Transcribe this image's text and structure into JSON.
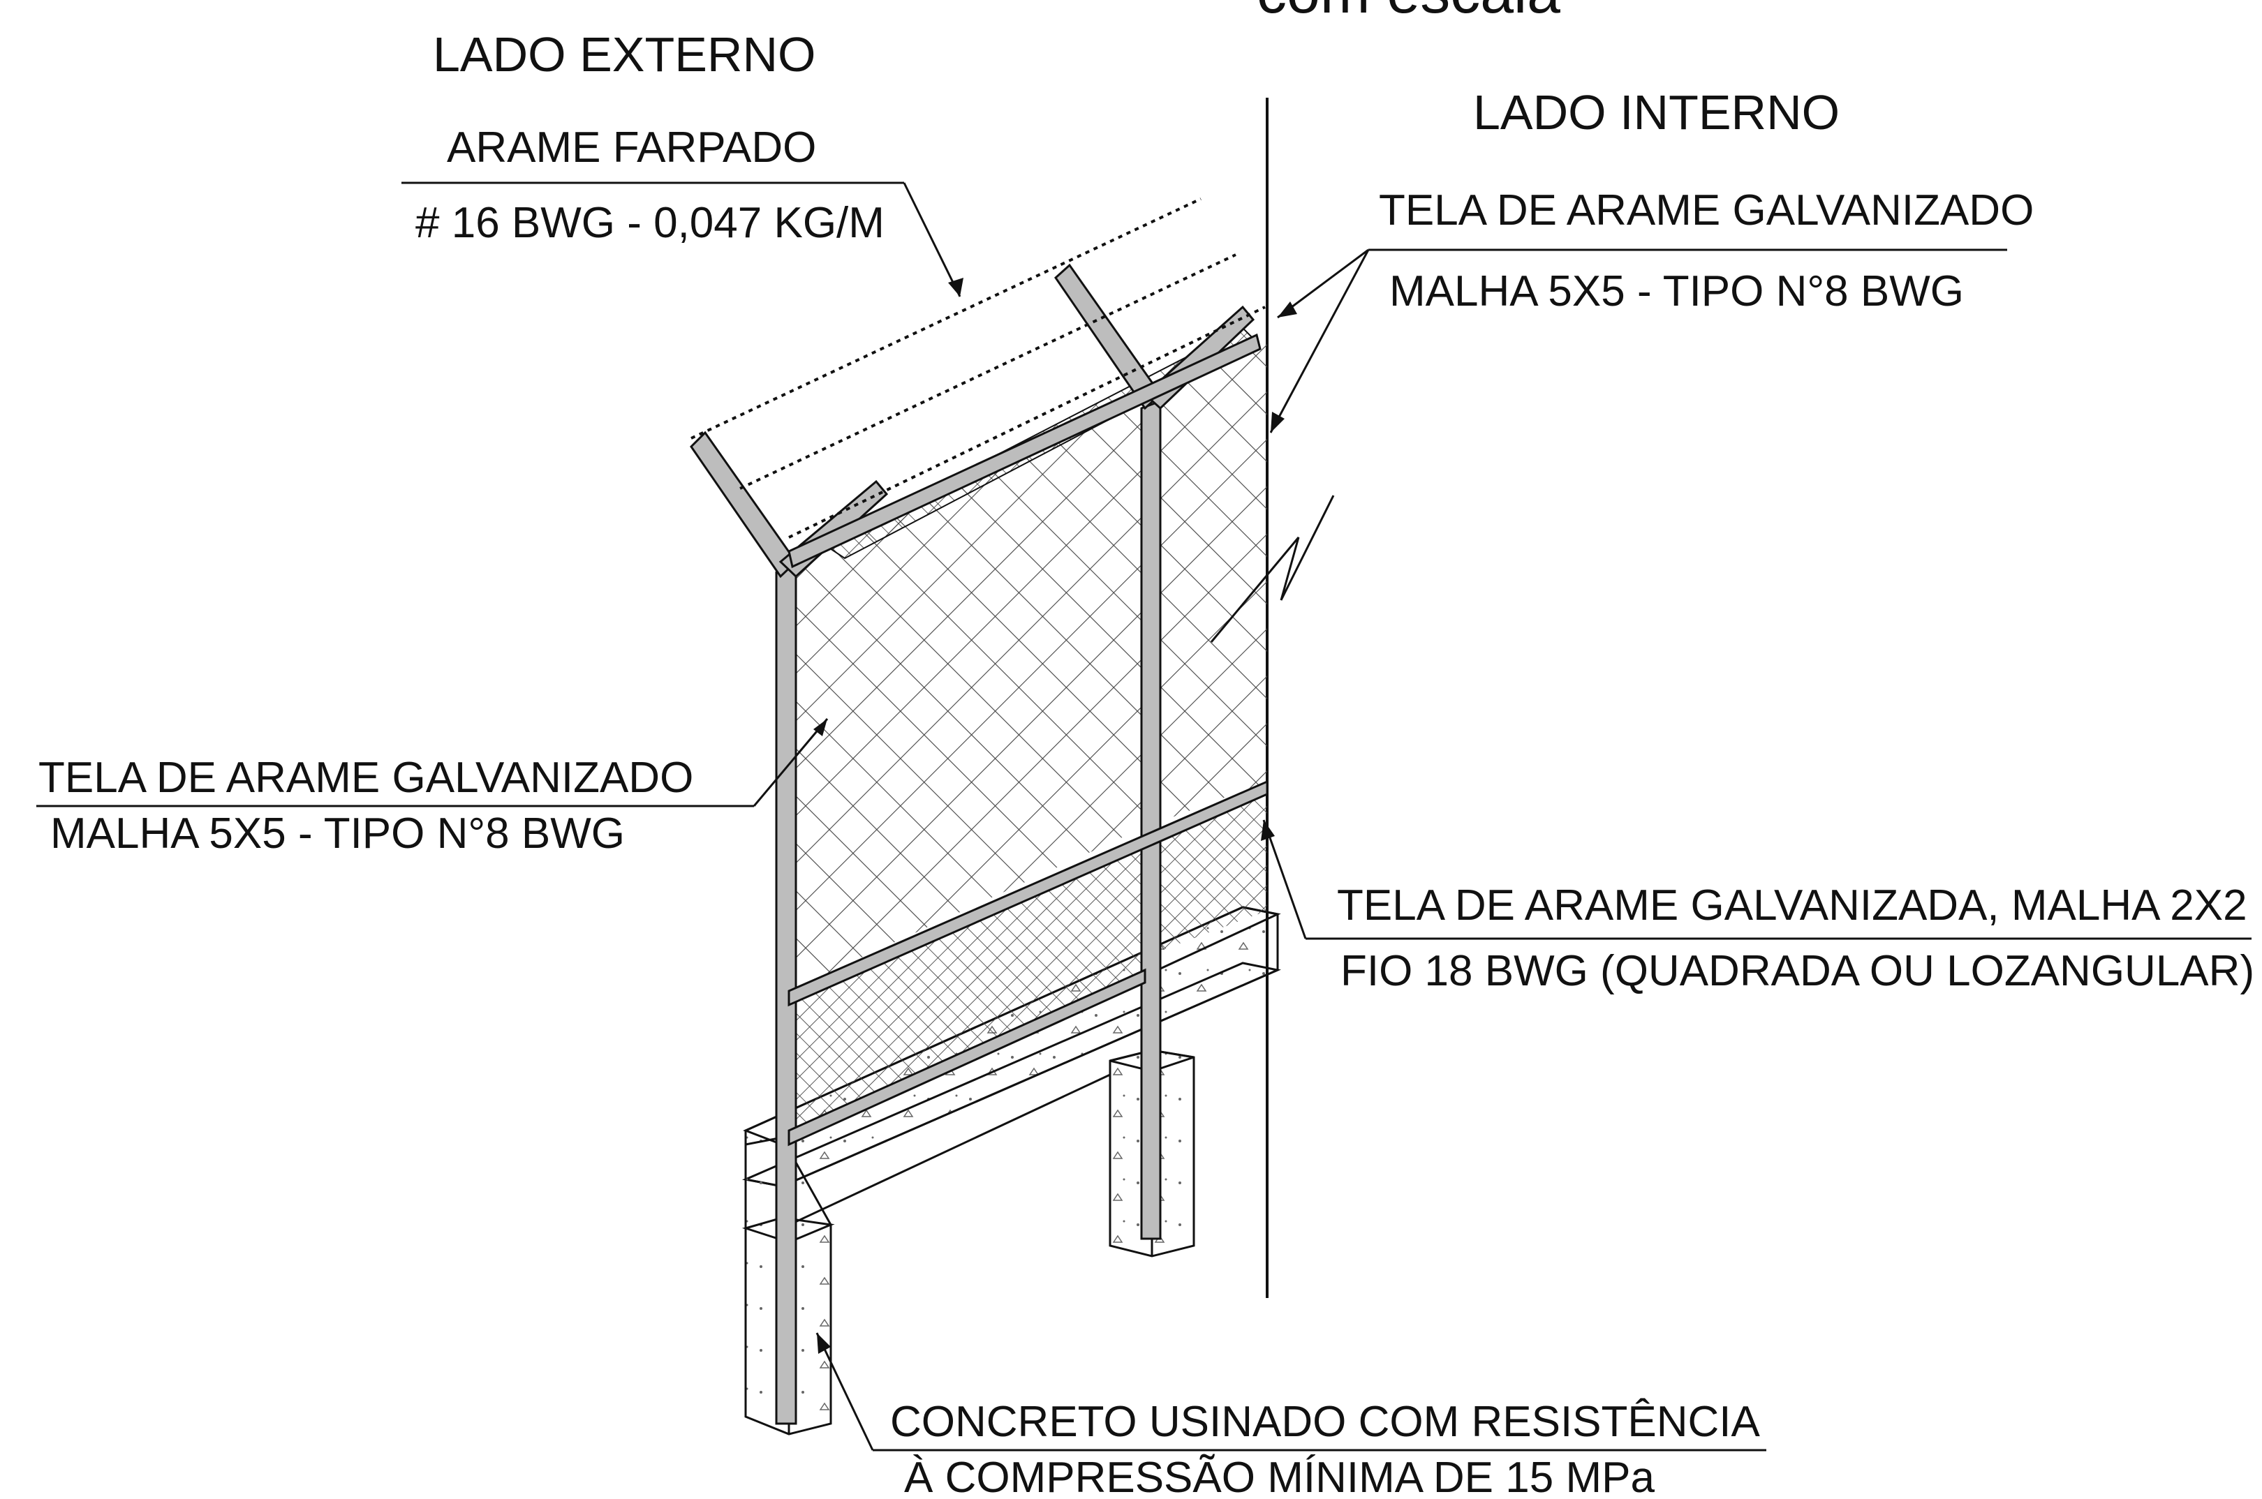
{
  "title_partial": "com escala",
  "sides": {
    "external": "LADO EXTERNO",
    "internal": "LADO INTERNO"
  },
  "callouts": {
    "barbed_wire": {
      "line1": "ARAME FARPADO",
      "line2": "# 16 BWG - 0,047 KG/M"
    },
    "mesh_upper_right": {
      "line1": "TELA DE ARAME GALVANIZADO",
      "line2": "MALHA 5X5 - TIPO N°8 BWG"
    },
    "mesh_left": {
      "line1": "TELA DE ARAME GALVANIZADO",
      "line2": "MALHA 5X5 - TIPO N°8 BWG"
    },
    "mesh_lower": {
      "line1": "TELA DE ARAME GALVANIZADA, MALHA 2X2",
      "line2": "FIO 18 BWG (QUADRADA OU LOZANGULAR)"
    },
    "concrete": {
      "line1": "CONCRETO USINADO COM RESISTÊNCIA",
      "line2": "À COMPRESSÃO MÍNIMA DE 15 MPa"
    }
  },
  "colors": {
    "line": "#111111",
    "post_fill": "#bdbdbd",
    "mesh": "#555555",
    "background": "#ffffff"
  }
}
